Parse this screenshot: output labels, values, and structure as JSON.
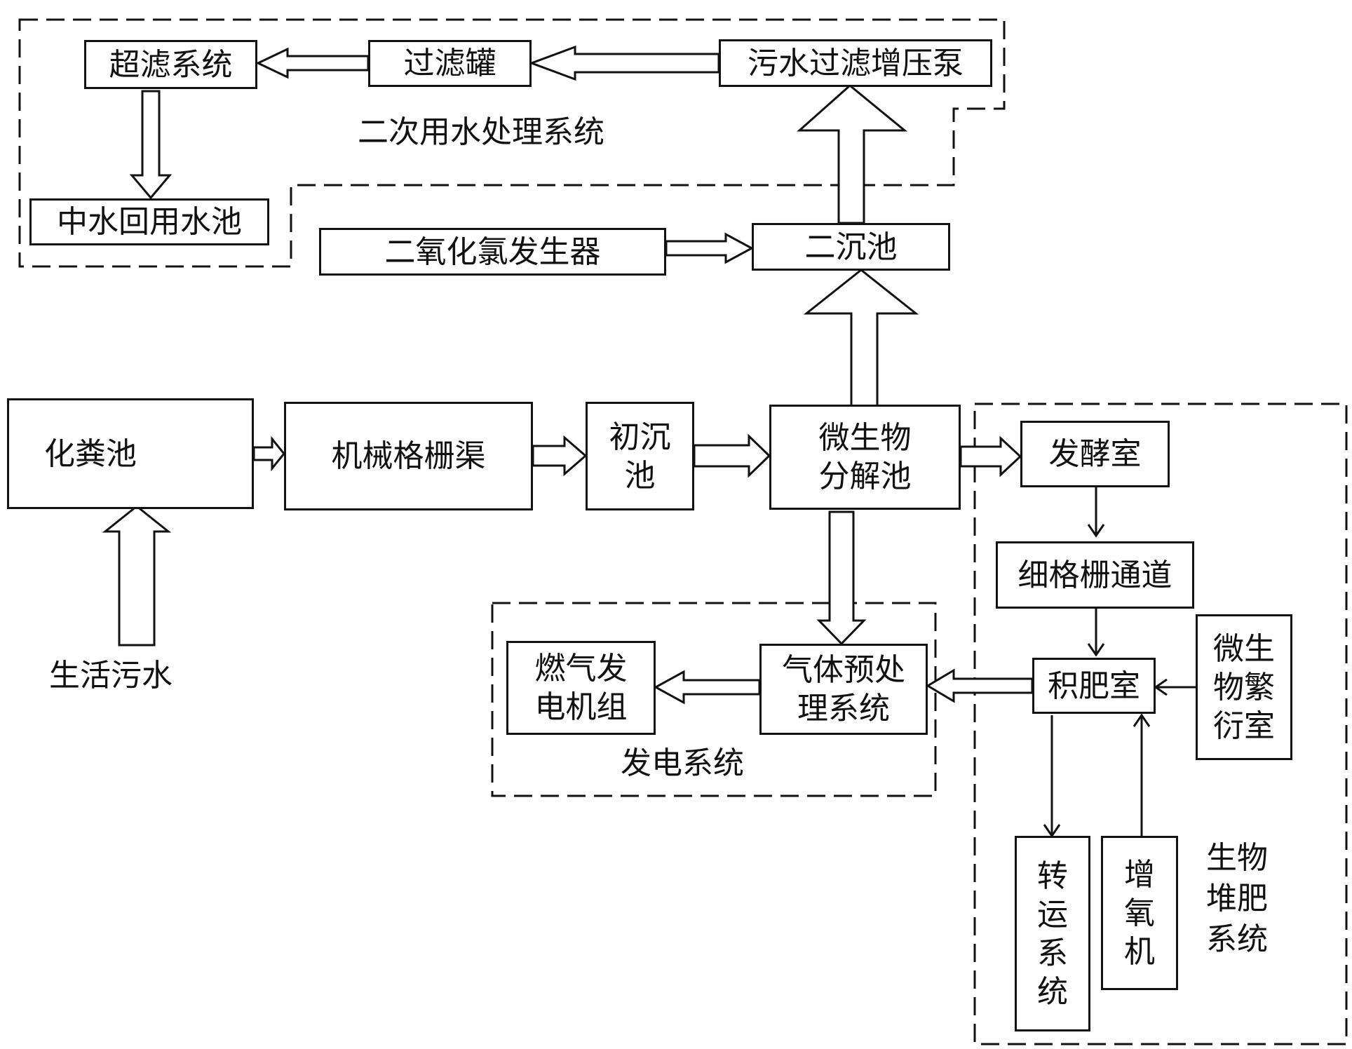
{
  "groups": {
    "secondary_water": "二次用水处理系统",
    "power": "发电系统",
    "compost": "生物\n堆肥\n系统"
  },
  "nodes": {
    "ultrafiltration": "超滤系统",
    "filter_tank": "过滤罐",
    "sewage_pump": "污水过滤增压泵",
    "reclaimed_pool": "中水回用水池",
    "clo2_generator": "二氧化氯发生器",
    "secondary_settling": "二沉池",
    "septic_tank": "化粪池",
    "mech_screen": "机械格栅渠",
    "primary_settling": "初沉\n池",
    "microbial_pool": "微生物\n分解池",
    "fermentation_room": "发酵室",
    "fine_screen": "细格栅通道",
    "compost_room": "积肥室",
    "microbe_room": "微生\n物繁\n衍室",
    "gas_generator": "燃气发\n电机组",
    "gas_pretreat": "气体预处\n理系统",
    "transport": "转\n运\n系\n统",
    "aerator": "增\n氧\n机"
  },
  "inputs": {
    "domestic_sewage": "生活污水"
  }
}
